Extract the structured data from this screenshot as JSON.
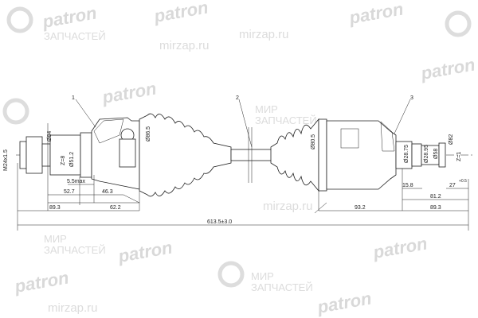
{
  "watermark": {
    "brand": "patron",
    "line1": "МИР",
    "line2": "ЗАПЧАСТЕЙ",
    "site": "mirzap.ru"
  },
  "callouts": [
    "1",
    "2",
    "3"
  ],
  "dimensions": {
    "thread": "M24x1.5",
    "d84": "Ø84",
    "z_left": "Z=8",
    "d51": "Ø51.2",
    "max55": "5.5max",
    "l527": "52.7",
    "l463": "46.3",
    "l893_left": "89.3",
    "l622": "62.2",
    "d865_left": "Ø86.5",
    "d865_right": "Ø80.5",
    "total": "613.5±3.0",
    "d2875": "Ø28.75",
    "d2895": "Ø28.95",
    "d58": "Ø58",
    "d82": "Ø82",
    "z_right": "Z=1",
    "l158": "15.8",
    "l812": "81.2",
    "l932": "93.2",
    "l893_right": "89.3",
    "l27": "27",
    "tol27": "+0.5"
  }
}
